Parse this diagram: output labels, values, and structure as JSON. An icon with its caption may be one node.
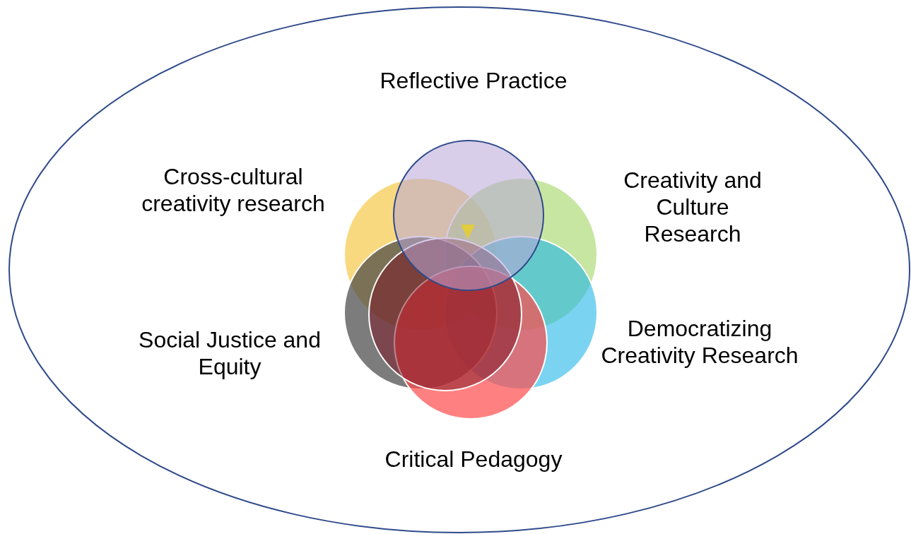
{
  "diagram": {
    "labels": [
      "Reflective Practice",
      "Cross-cultural creativity research",
      "Creativity and Culture Research",
      "Social Justice and Equity",
      "Democratizing Creativity Research",
      "Critical Pedagogy"
    ]
  }
}
